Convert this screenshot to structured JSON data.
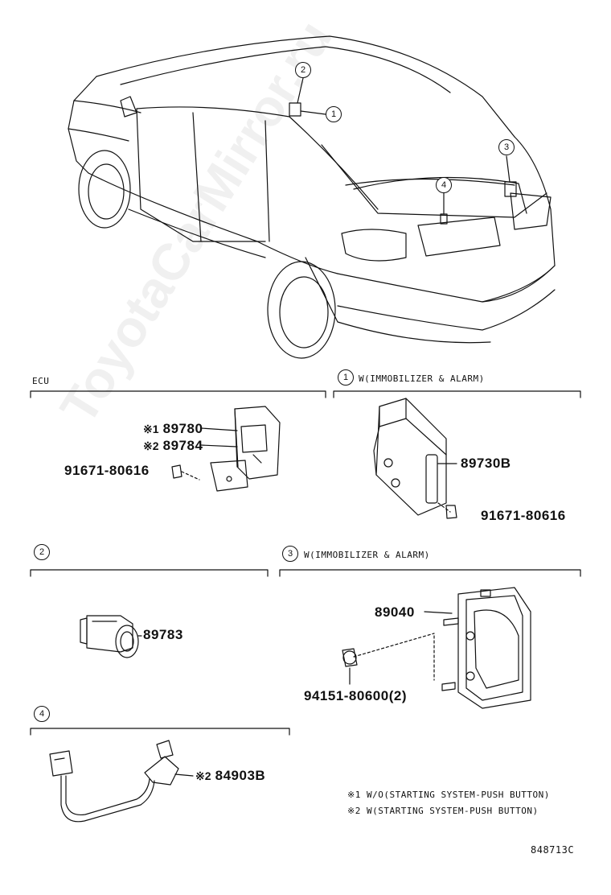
{
  "watermark": "ToyotaCarMirror.ru",
  "callouts": {
    "c1": "1",
    "c2": "2",
    "c3": "3",
    "c4": "4"
  },
  "sections": {
    "ecu": {
      "title": "ECU"
    },
    "s1": {
      "num": "1",
      "title": "W(IMMOBILIZER & ALARM)"
    },
    "s2": {
      "num": "2"
    },
    "s3": {
      "num": "3",
      "title": "W(IMMOBILIZER & ALARM)"
    },
    "s4": {
      "num": "4"
    }
  },
  "parts": {
    "p89780": {
      "mark": "※1",
      "number": "89780"
    },
    "p89784": {
      "mark": "※2",
      "number": "89784"
    },
    "p91671_a": "91671-80616",
    "p89730B": "89730B",
    "p91671_b": "91671-80616",
    "p89783": "89783",
    "p89040": "89040",
    "p94151": "94151-80600(2)",
    "p84903B": {
      "mark": "※2",
      "number": "84903B"
    }
  },
  "notes": {
    "n1": "※1 W/O(STARTING SYSTEM-PUSH BUTTON)",
    "n2": "※2 W(STARTING SYSTEM-PUSH BUTTON)"
  },
  "figure_code": "848713C"
}
